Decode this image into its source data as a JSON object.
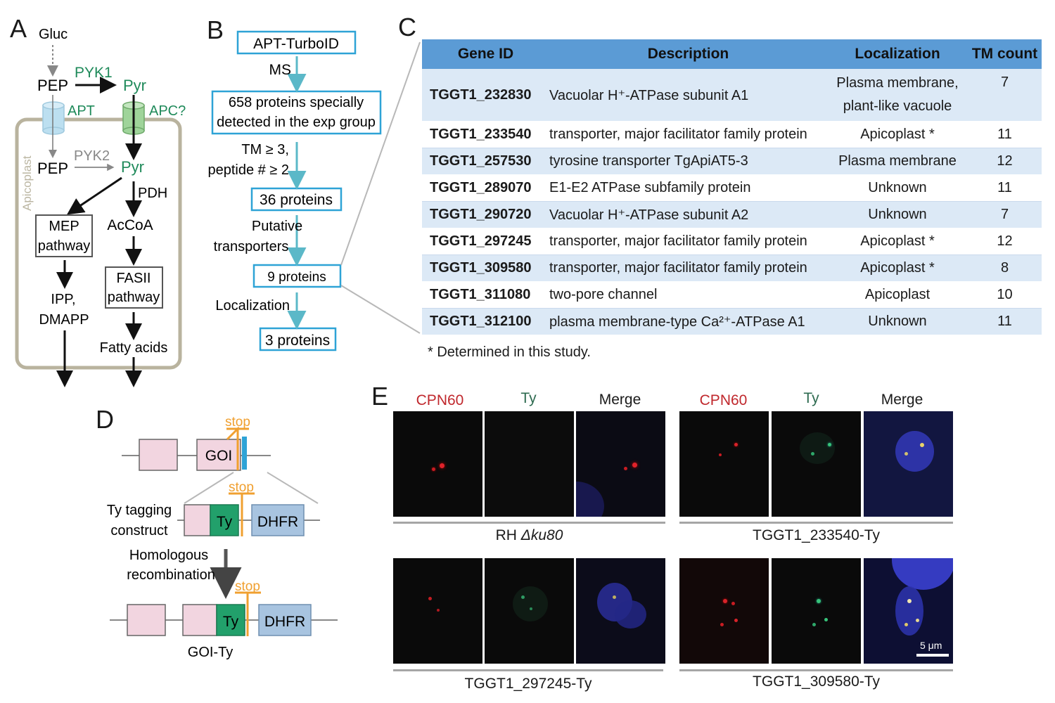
{
  "panels": {
    "a": "A",
    "b": "B",
    "c": "C",
    "d": "D",
    "e": "E"
  },
  "panelA": {
    "gluc": "Gluc",
    "pep1": "PEP",
    "pyk1": "PYK1",
    "pyr1": "Pyr",
    "apt": "APT",
    "apc": "APC?",
    "apicoplast": "Apicoplast",
    "pep2": "PEP",
    "pyk2": "PYK2",
    "pyr2": "Pyr",
    "pdh": "PDH",
    "mep1": "MEP",
    "mep2": "pathway",
    "accoa": "AcCoA",
    "fasii1": "FASII",
    "fasii2": "pathway",
    "ipp": "IPP,",
    "dmapp": "DMAPP",
    "fatty": "Fatty acids",
    "colors": {
      "pyk": "#1f8a5a",
      "apt": "#bcdff0",
      "apc": "#9fd49a",
      "membrane": "#b9b39e",
      "arrow_teal": "#5bb8c8"
    }
  },
  "panelB": {
    "box1": "APT-TurboID",
    "step1": "MS",
    "box2a": "658 proteins specially",
    "box2b": "detected in the exp group",
    "step2a": "TM ≥ 3,",
    "step2b": "peptide # ≥ 2",
    "box3": "36 proteins",
    "step3a": "Putative",
    "step3b": "transporters",
    "box4": "9 proteins",
    "step4": "Localization",
    "box5": "3 proteins",
    "colors": {
      "box_border": "#2ea3d6",
      "arrow": "#5bb8c8"
    }
  },
  "panelC": {
    "headers": [
      "Gene ID",
      "Description",
      "Localization",
      "TM count"
    ],
    "rows": [
      {
        "gene": "TGGT1_232830",
        "desc": "Vacuolar H⁺-ATPase subunit A1",
        "loc": "Plasma membrane,",
        "loc2": "plant-like vacuole",
        "tm": "7"
      },
      {
        "gene": "TGGT1_233540",
        "desc": "transporter, major facilitator family protein",
        "loc": "Apicoplast *",
        "loc2": "",
        "tm": "11"
      },
      {
        "gene": "TGGT1_257530",
        "desc": "tyrosine transporter TgApiAT5-3",
        "loc": "Plasma membrane",
        "loc2": "",
        "tm": "12"
      },
      {
        "gene": "TGGT1_289070",
        "desc": "E1-E2 ATPase subfamily protein",
        "loc": "Unknown",
        "loc2": "",
        "tm": "11"
      },
      {
        "gene": "TGGT1_290720",
        "desc": "Vacuolar H⁺-ATPase subunit A2",
        "loc": "Unknown",
        "loc2": "",
        "tm": "7"
      },
      {
        "gene": "TGGT1_297245",
        "desc": "transporter, major facilitator family protein",
        "loc": "Apicoplast *",
        "loc2": "",
        "tm": "12"
      },
      {
        "gene": "TGGT1_309580",
        "desc": "transporter, major facilitator family protein",
        "loc": "Apicoplast *",
        "loc2": "",
        "tm": "8"
      },
      {
        "gene": "TGGT1_311080",
        "desc": "two-pore channel",
        "loc": "Apicoplast",
        "loc2": "",
        "tm": "10"
      },
      {
        "gene": "TGGT1_312100",
        "desc": "plasma membrane-type Ca²⁺-ATPase A1",
        "loc": "Unknown",
        "loc2": "",
        "tm": "11"
      }
    ],
    "note": "* Determined in this study.",
    "colors": {
      "header": "#5b9bd5",
      "row_alt": "#dce9f6"
    }
  },
  "panelD": {
    "goi": "GOI",
    "stop": "stop",
    "ty": "Ty",
    "dhfr": "DHFR",
    "ty_tagging1": "Ty tagging",
    "ty_tagging2": "construct",
    "homologous1": "Homologous",
    "homologous2": "recombination",
    "goi_ty": "GOI-Ty",
    "colors": {
      "pink": "#f2d5e0",
      "green": "#22a06b",
      "blue": "#a8c4e0",
      "stop": "#f0a030",
      "tag": "#2ea3d6"
    }
  },
  "panelE": {
    "channels": {
      "cpn60": "CPN60",
      "ty": "Ty",
      "merge": "Merge"
    },
    "groups": [
      {
        "caption_pre": "RH ",
        "caption_em": "Δku80"
      },
      {
        "caption_pre": "TGGT1_233540-Ty",
        "caption_em": ""
      },
      {
        "caption_pre": "TGGT1_297245-Ty",
        "caption_em": ""
      },
      {
        "caption_pre": "TGGT1_309580-Ty",
        "caption_em": ""
      }
    ],
    "scalebar": "5 μm",
    "colors": {
      "cpn60": "#c0282d",
      "ty": "#2e6b50",
      "nucleus": "#2a2a90"
    }
  }
}
